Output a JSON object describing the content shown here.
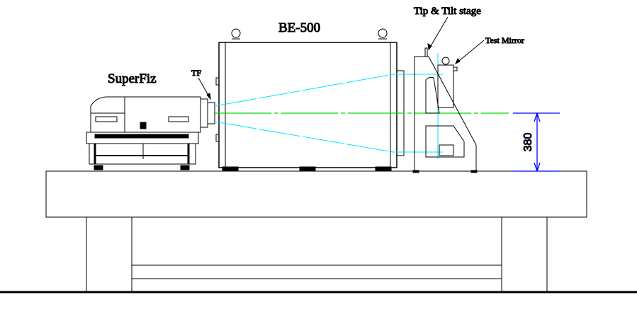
{
  "labels": {
    "superfiz": "SuperFiz",
    "tf": "TF",
    "be500": "BE-500",
    "tip_tilt": "Tip & Tilt stage",
    "test_mirror": "Test Mirror"
  },
  "dimension": {
    "value": "380",
    "color": "#0000ff"
  },
  "colors": {
    "optical_axis": "#00dd00",
    "beam": "#00e5ff",
    "line": "#000000"
  }
}
